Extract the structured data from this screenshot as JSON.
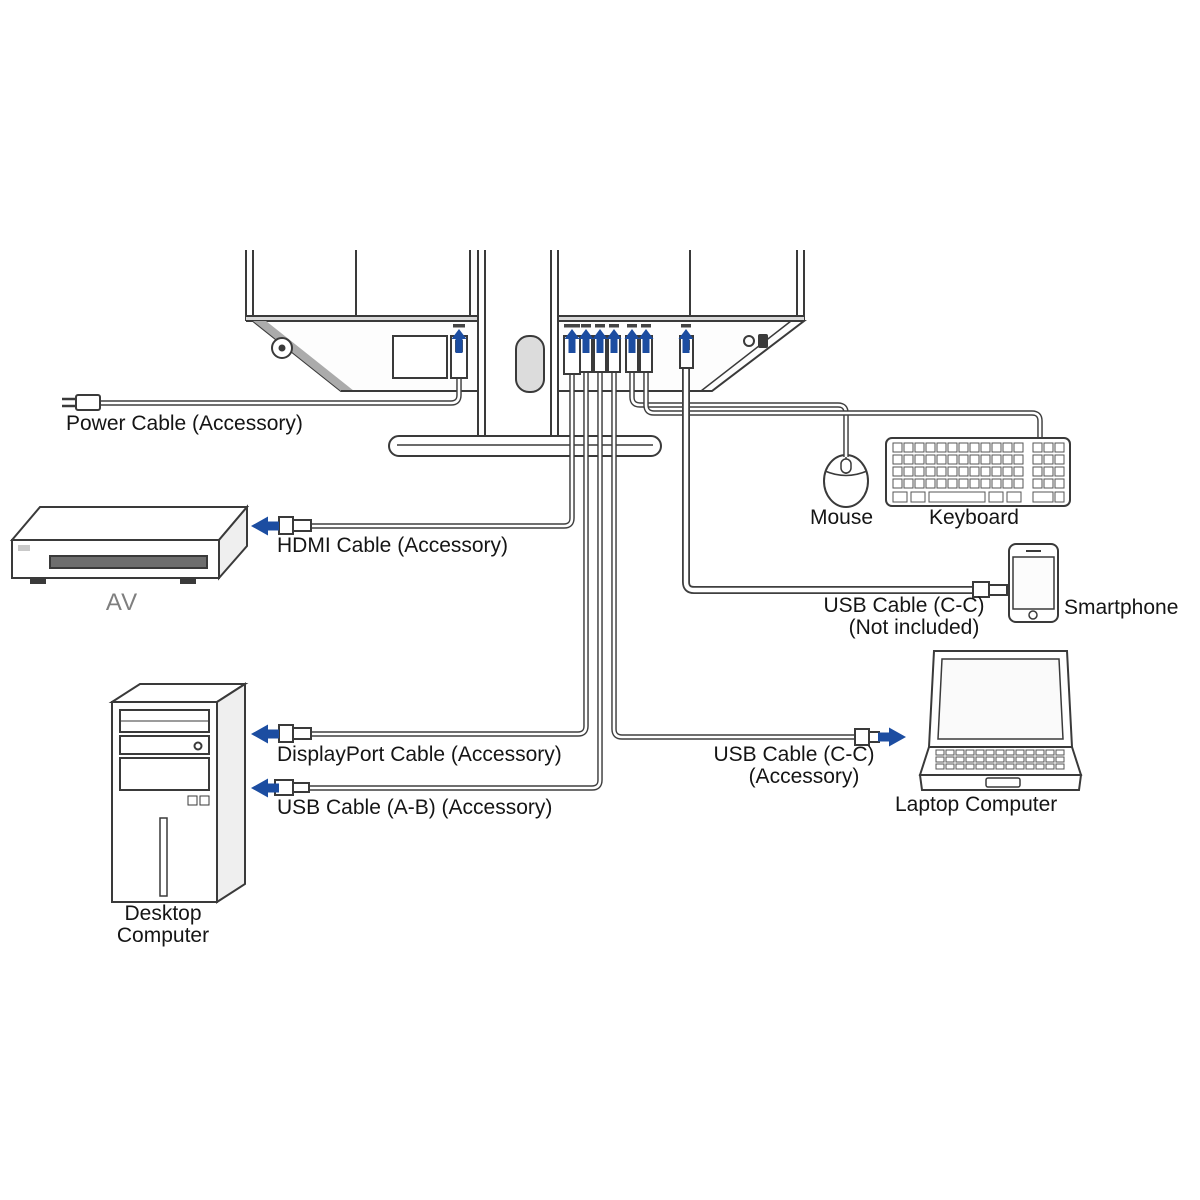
{
  "labels": {
    "power_cable": "Power Cable (Accessory)",
    "hdmi_cable": "HDMI Cable (Accessory)",
    "av_device": "AV",
    "mouse": "Mouse",
    "keyboard": "Keyboard",
    "usb_c_phone_line1": "USB Cable (C-C)",
    "usb_c_phone_line2": "(Not included)",
    "smartphone": "Smartphone",
    "displayport_cable": "DisplayPort Cable (Accessory)",
    "usb_c_laptop_line1": "USB Cable (C-C)",
    "usb_c_laptop_line2": "(Accessory)",
    "usb_ab_cable": "USB Cable (A-B) (Accessory)",
    "laptop": "Laptop Computer",
    "desktop_line1": "Desktop",
    "desktop_line2": "Computer"
  },
  "icons": {
    "port_arrows": "up-arrow",
    "hdmi_arrow": "left-arrow",
    "displayport_arrow": "left-arrow",
    "usb_ab_arrow": "left-arrow",
    "usb_cc_laptop_arrow": "right-arrow",
    "power_button": "circle-dot",
    "kensington_lock": "lock-slot"
  },
  "colors": {
    "arrow_blue": "#1c4da1",
    "outline": "#3a3a3a",
    "cable": "#3f3f3f",
    "background": "#ffffff"
  }
}
